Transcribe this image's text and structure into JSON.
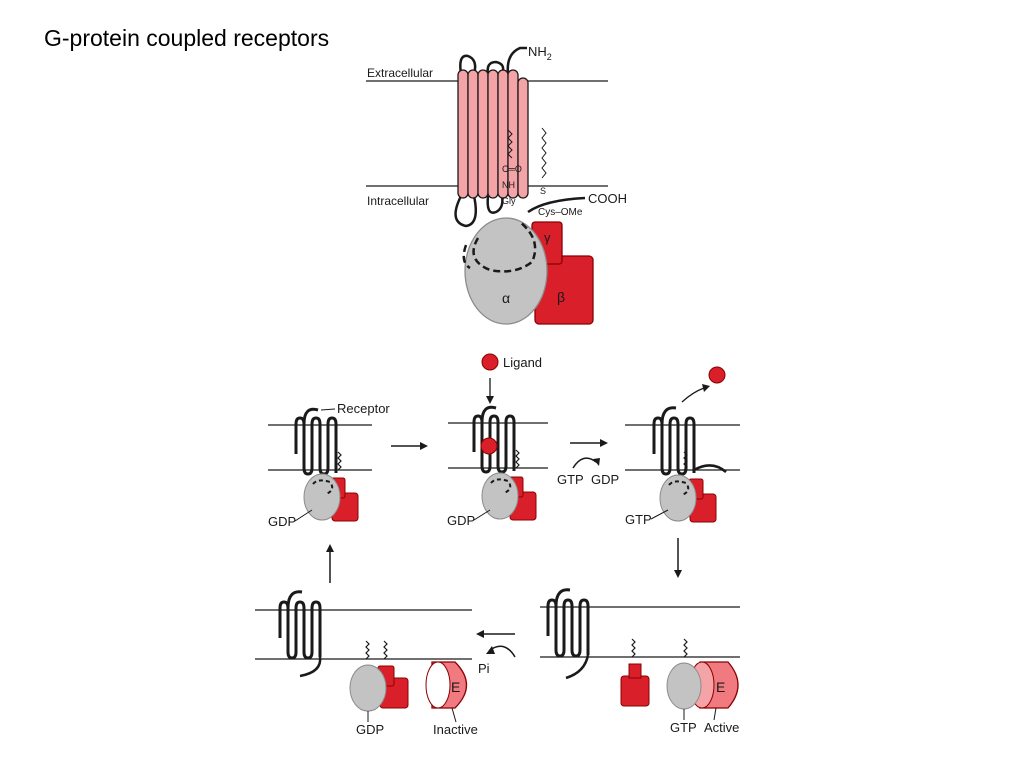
{
  "slide": {
    "title": "G-protein coupled receptors"
  },
  "colors": {
    "helix_fill": "#f4a3a6",
    "subunit_red": "#d91f2a",
    "alpha_gray": "#c3c3c3",
    "effector_light": "#f07a80",
    "line": "#1a1a1a"
  },
  "top_diagram": {
    "nh2": "NH",
    "nh2_sub": "2",
    "extracellular": "Extracellular",
    "intracellular": "Intracellular",
    "cooh": "COOH",
    "c_eq_o": "C═O",
    "nh": "NH",
    "gly": "Gly",
    "s": "S",
    "cys_ome": "Cys–OMe",
    "gamma": "γ",
    "beta": "β",
    "alpha": "α"
  },
  "cycle": {
    "ligand": "Ligand",
    "receptor": "Receptor",
    "gdp": "GDP",
    "gtp": "GTP",
    "pi": "Pi",
    "effector": "E",
    "inactive": "Inactive",
    "active": "Active"
  }
}
